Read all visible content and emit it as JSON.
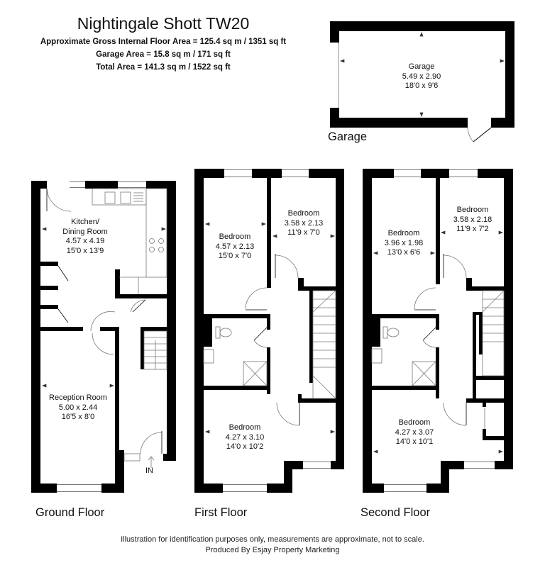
{
  "header": {
    "title": "Nightingale Shott TW20",
    "gross_area": "Approximate Gross Internal Floor Area = 125.4 sq m / 1351 sq ft",
    "garage_area": "Garage Area = 15.8 sq m / 171 sq ft",
    "total_area": "Total Area = 141.3 sq m / 1522 sq ft"
  },
  "garage": {
    "label": "Garage",
    "room": {
      "name": "Garage",
      "metric": "5.49 x 2.90",
      "imperial": "18'0 x 9'6"
    }
  },
  "ground_floor": {
    "label": "Ground Floor",
    "entrance_label": "IN",
    "rooms": [
      {
        "name": "Kitchen/",
        "name2": "Dining Room",
        "metric": "4.57 x 4.19",
        "imperial": "15'0 x 13'9"
      },
      {
        "name": "Reception Room",
        "metric": "5.00 x 2.44",
        "imperial": "16'5 x 8'0"
      }
    ]
  },
  "first_floor": {
    "label": "First Floor",
    "rooms": [
      {
        "name": "Bedroom",
        "metric": "4.57 x 2.13",
        "imperial": "15'0 x 7'0"
      },
      {
        "name": "Bedroom",
        "metric": "3.58 x 2.13",
        "imperial": "11'9 x 7'0"
      },
      {
        "name": "Bedroom",
        "metric": "4.27 x 3.10",
        "imperial": "14'0 x 10'2"
      }
    ]
  },
  "second_floor": {
    "label": "Second Floor",
    "rooms": [
      {
        "name": "Bedroom",
        "metric": "3.96 x 1.98",
        "imperial": "13'0 x 6'6"
      },
      {
        "name": "Bedroom",
        "metric": "3.58 x 2.18",
        "imperial": "11'9 x 7'2"
      },
      {
        "name": "Bedroom",
        "metric": "4.27 x 3.07",
        "imperial": "14'0 x 10'1"
      }
    ]
  },
  "footer": {
    "disclaimer": "Illustration for identification purposes only, measurements are approximate, not to scale.",
    "credit": "Produced By Esjay Property Marketing"
  }
}
